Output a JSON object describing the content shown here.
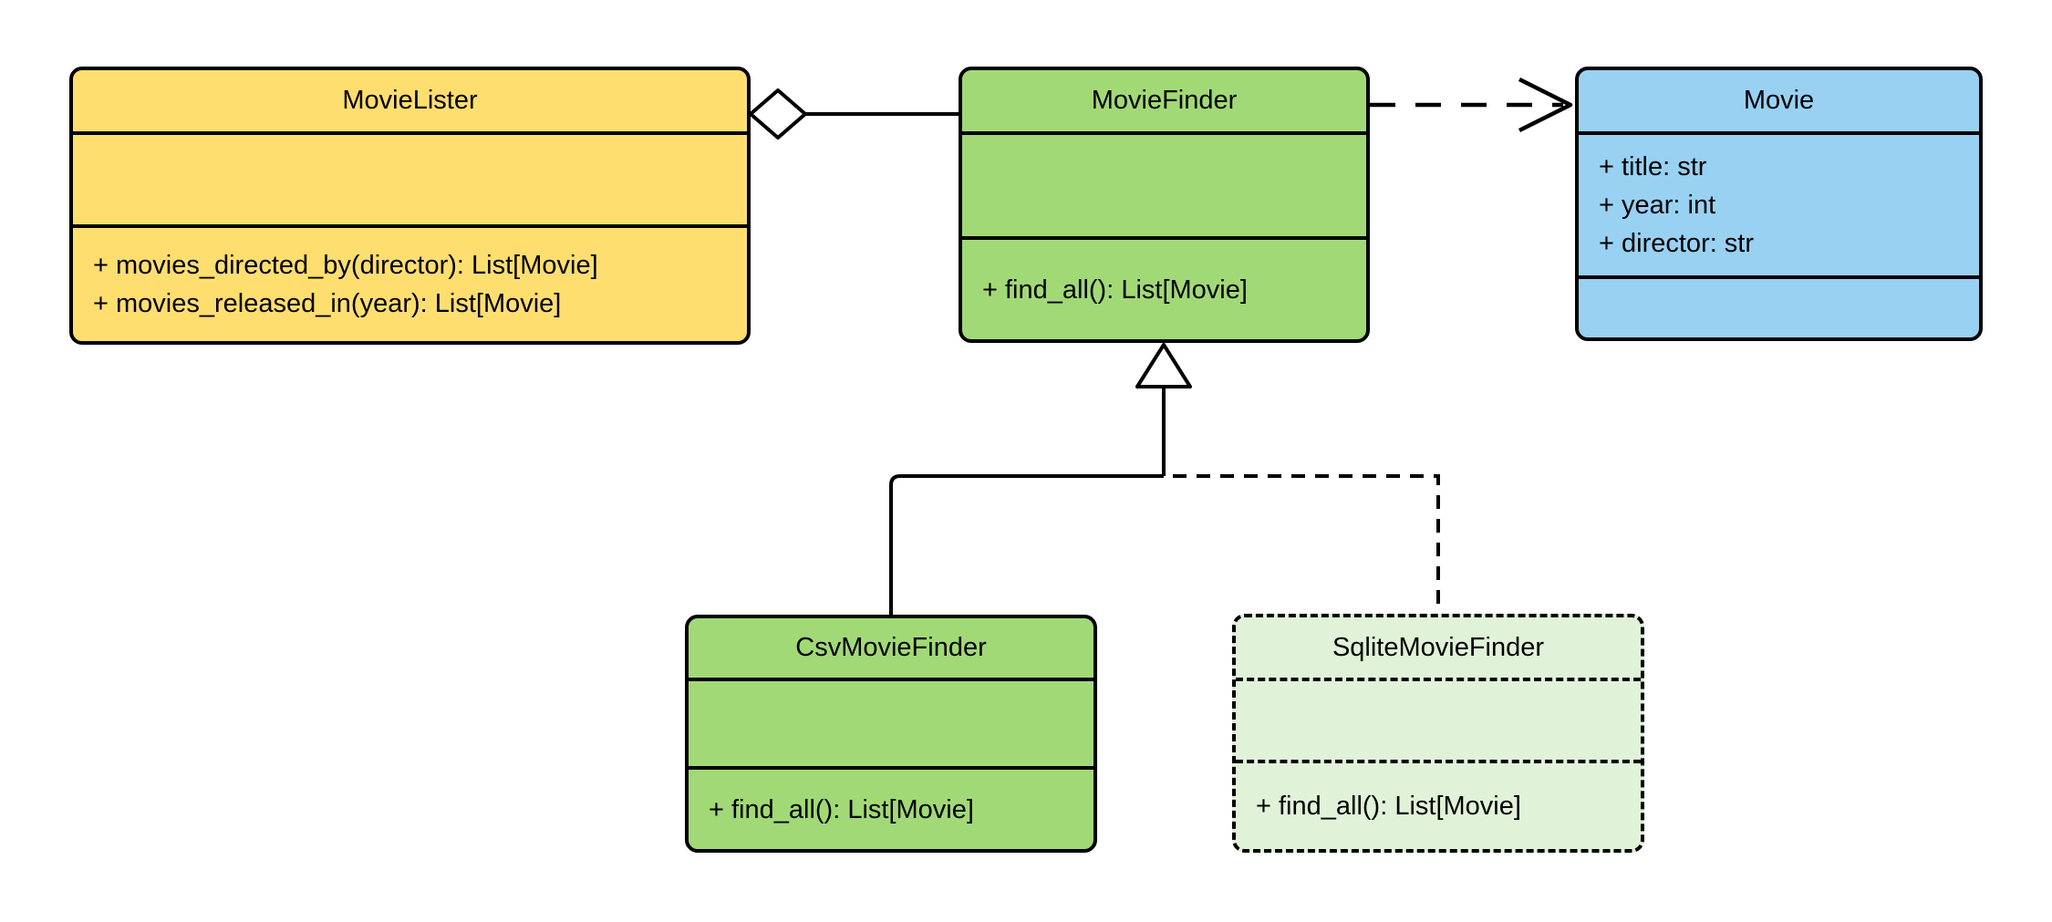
{
  "diagram": {
    "kind": "uml-class-diagram",
    "background_color": "#ffffff",
    "stroke_color": "#000000",
    "classes": {
      "movie_lister": {
        "name": "MovieLister",
        "attributes": [],
        "methods": [
          "+ movies_directed_by(director): List[Movie]",
          "+ movies_released_in(year): List[Movie]"
        ],
        "fill_color": "#ffde70",
        "border_style": "solid"
      },
      "movie_finder": {
        "name": "MovieFinder",
        "attributes": [],
        "methods": [
          "+ find_all(): List[Movie]"
        ],
        "fill_color": "#a2d977",
        "border_style": "solid"
      },
      "movie": {
        "name": "Movie",
        "attributes": [
          "+ title: str",
          "+ year: int",
          "+ director: str"
        ],
        "methods": [],
        "fill_color": "#99d1f2",
        "border_style": "solid"
      },
      "csv_movie_finder": {
        "name": "CsvMovieFinder",
        "attributes": [],
        "methods": [
          "+ find_all(): List[Movie]"
        ],
        "fill_color": "#a2d977",
        "border_style": "solid"
      },
      "sqlite_movie_finder": {
        "name": "SqliteMovieFinder",
        "attributes": [],
        "methods": [
          "+ find_all(): List[Movie]"
        ],
        "fill_color": "#e0f2d8",
        "border_style": "dashed"
      }
    },
    "relationships": [
      {
        "type": "aggregation",
        "from": "MovieLister",
        "to": "MovieFinder",
        "line": "solid"
      },
      {
        "type": "dependency",
        "from": "MovieFinder",
        "to": "Movie",
        "line": "dashed"
      },
      {
        "type": "inheritance",
        "from": "CsvMovieFinder",
        "to": "MovieFinder",
        "line": "solid"
      },
      {
        "type": "inheritance",
        "from": "SqliteMovieFinder",
        "to": "MovieFinder",
        "line": "dashed"
      }
    ]
  }
}
